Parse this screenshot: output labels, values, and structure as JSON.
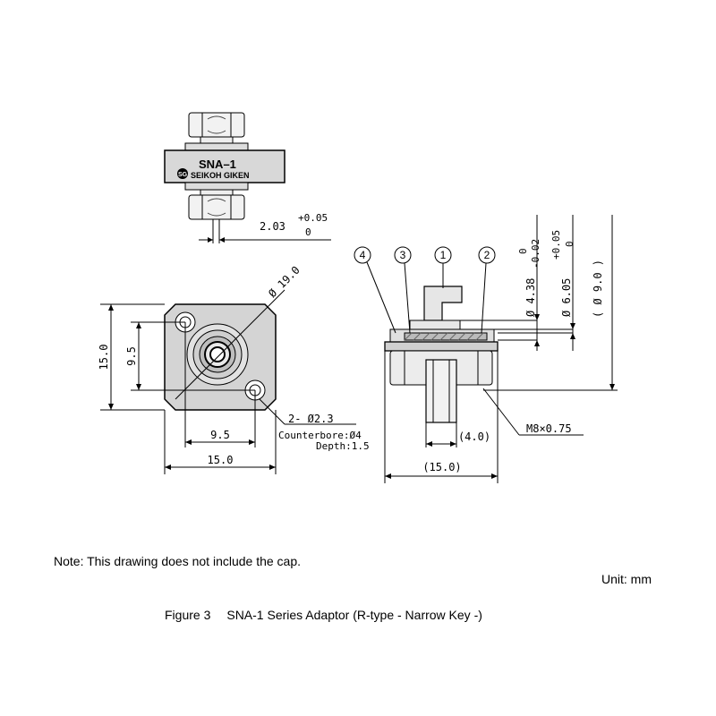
{
  "top_view": {
    "label_model": "SNA–1",
    "label_brand": "SEIKOH GIKEN",
    "logo_letters": "SG",
    "dim_key_width": "2.03",
    "dim_key_tol_upper": "+0.05",
    "dim_key_tol_lower": "0"
  },
  "front_view": {
    "dim_flange_diameter": "Ø 19.0",
    "dim_height": "15.0",
    "dim_hole_pitch_v": "9.5",
    "dim_hole_pitch_h": "9.5",
    "dim_width": "15.0",
    "hole_spec": "2- Ø2.3",
    "counterbore": "Counterbore:Ø4",
    "depth": "Depth:1.5"
  },
  "side_view": {
    "callouts": [
      "4",
      "3",
      "1",
      "2"
    ],
    "dim_d1": "Ø 4.38",
    "dim_d1_tol_upper": "0",
    "dim_d1_tol_lower": "-0.02",
    "dim_d2": "Ø 6.05",
    "dim_d2_tol_upper": "+0.05",
    "dim_d2_tol_lower": "0",
    "dim_d3": "( Ø 9.0 )",
    "dim_key_len": "(4.0)",
    "dim_total": "(15.0)",
    "thread": "M8×0.75"
  },
  "note": "Note: This drawing does not include the cap.",
  "unit": "Unit: mm",
  "figure_number": "Figure 3",
  "figure_title": "SNA-1 Series Adaptor (R-type - Narrow Key -)"
}
